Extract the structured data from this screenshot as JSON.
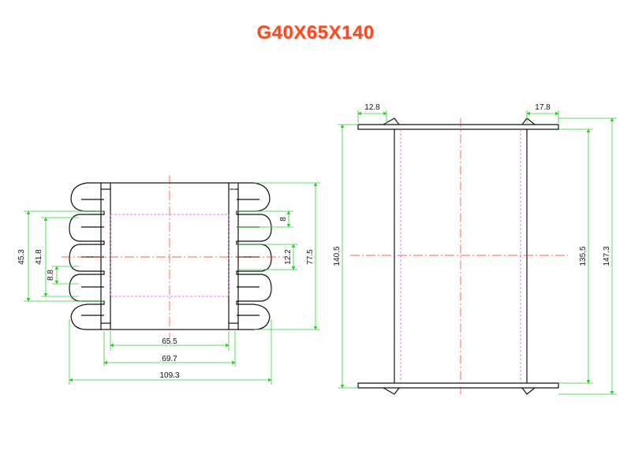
{
  "title": "G40X65X140",
  "colors": {
    "title": "#ff4a1c",
    "outline": "#111111",
    "dimension_line": "#2fd12f",
    "center_line": "#ff2a2a",
    "hidden_line": "#d15ad1"
  },
  "left_view": {
    "dims": {
      "d65_5": "65.5",
      "d69_7": "69.7",
      "d109_3": "109.3",
      "d45_3": "45.3",
      "d41_8": "41.8",
      "d8_8": "8.8",
      "d8": "8",
      "d12_2": "12.2",
      "d77_5": "77.5"
    }
  },
  "right_view": {
    "dims": {
      "d12_8": "12.8",
      "d17_8": "17.8",
      "d140_5": "140.5",
      "d135_5": "135.5",
      "d147_3": "147.3"
    }
  }
}
